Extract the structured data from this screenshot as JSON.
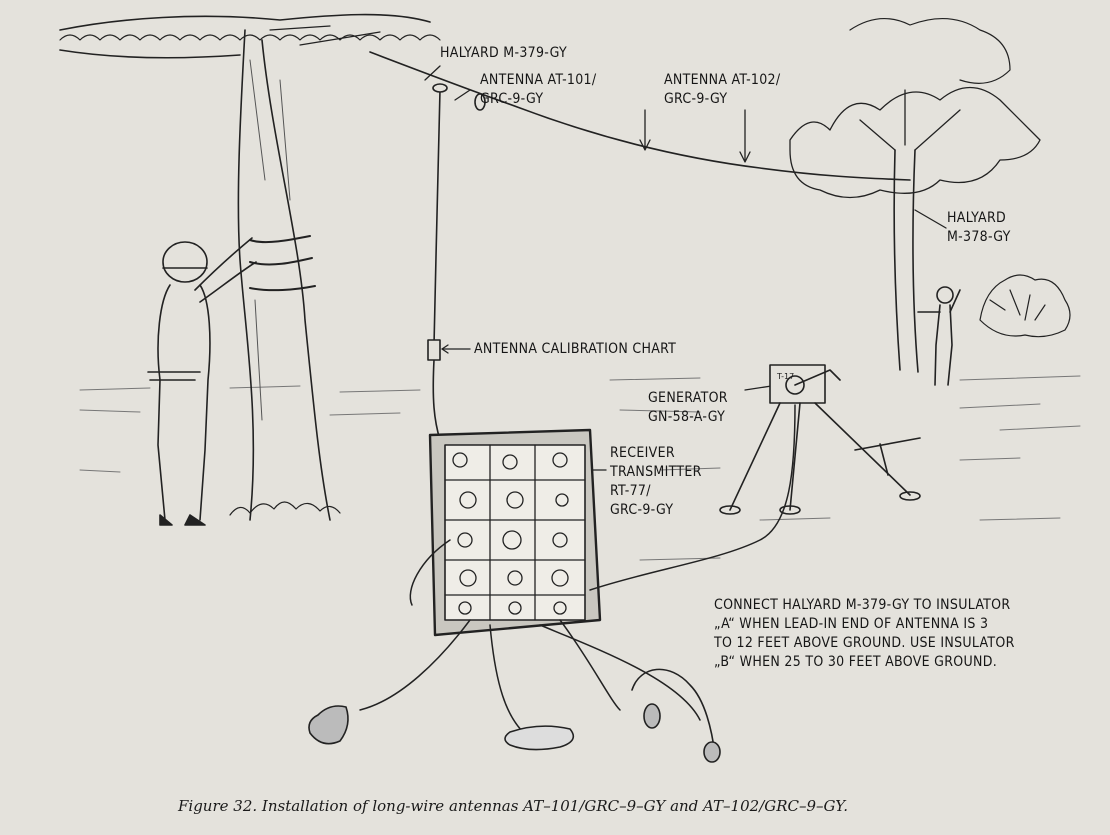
{
  "labels": {
    "halyard_379": "HALYARD M-379-GY",
    "antenna_101": [
      "ANTENNA AT-101/",
      "GRC-9-GY"
    ],
    "antenna_102": [
      "ANTENNA AT-102/",
      "GRC-9-GY"
    ],
    "halyard_378": [
      "HALYARD",
      "M-378-GY"
    ],
    "calibration_chart": "ANTENNA CALIBRATION CHART",
    "generator": [
      "GENERATOR",
      "GN-58-A-GY"
    ],
    "receiver_transmitter": [
      "RECEIVER",
      "TRANSMITTER",
      "RT-77/",
      "GRC-9-GY"
    ],
    "instructions": [
      "CONNECT HALYARD M-379-GY TO INSULATOR",
      "„A“ WHEN LEAD-IN END OF ANTENNA IS 3",
      "TO 12 FEET ABOVE GROUND. USE INSULATOR",
      "„B“ WHEN 25 TO 30 FEET ABOVE GROUND."
    ]
  },
  "generator_plate": "T-17",
  "caption": "Figure 32. Installation of long-wire antennas AT–101/GRC–9–GY and AT–102/GRC–9–GY."
}
